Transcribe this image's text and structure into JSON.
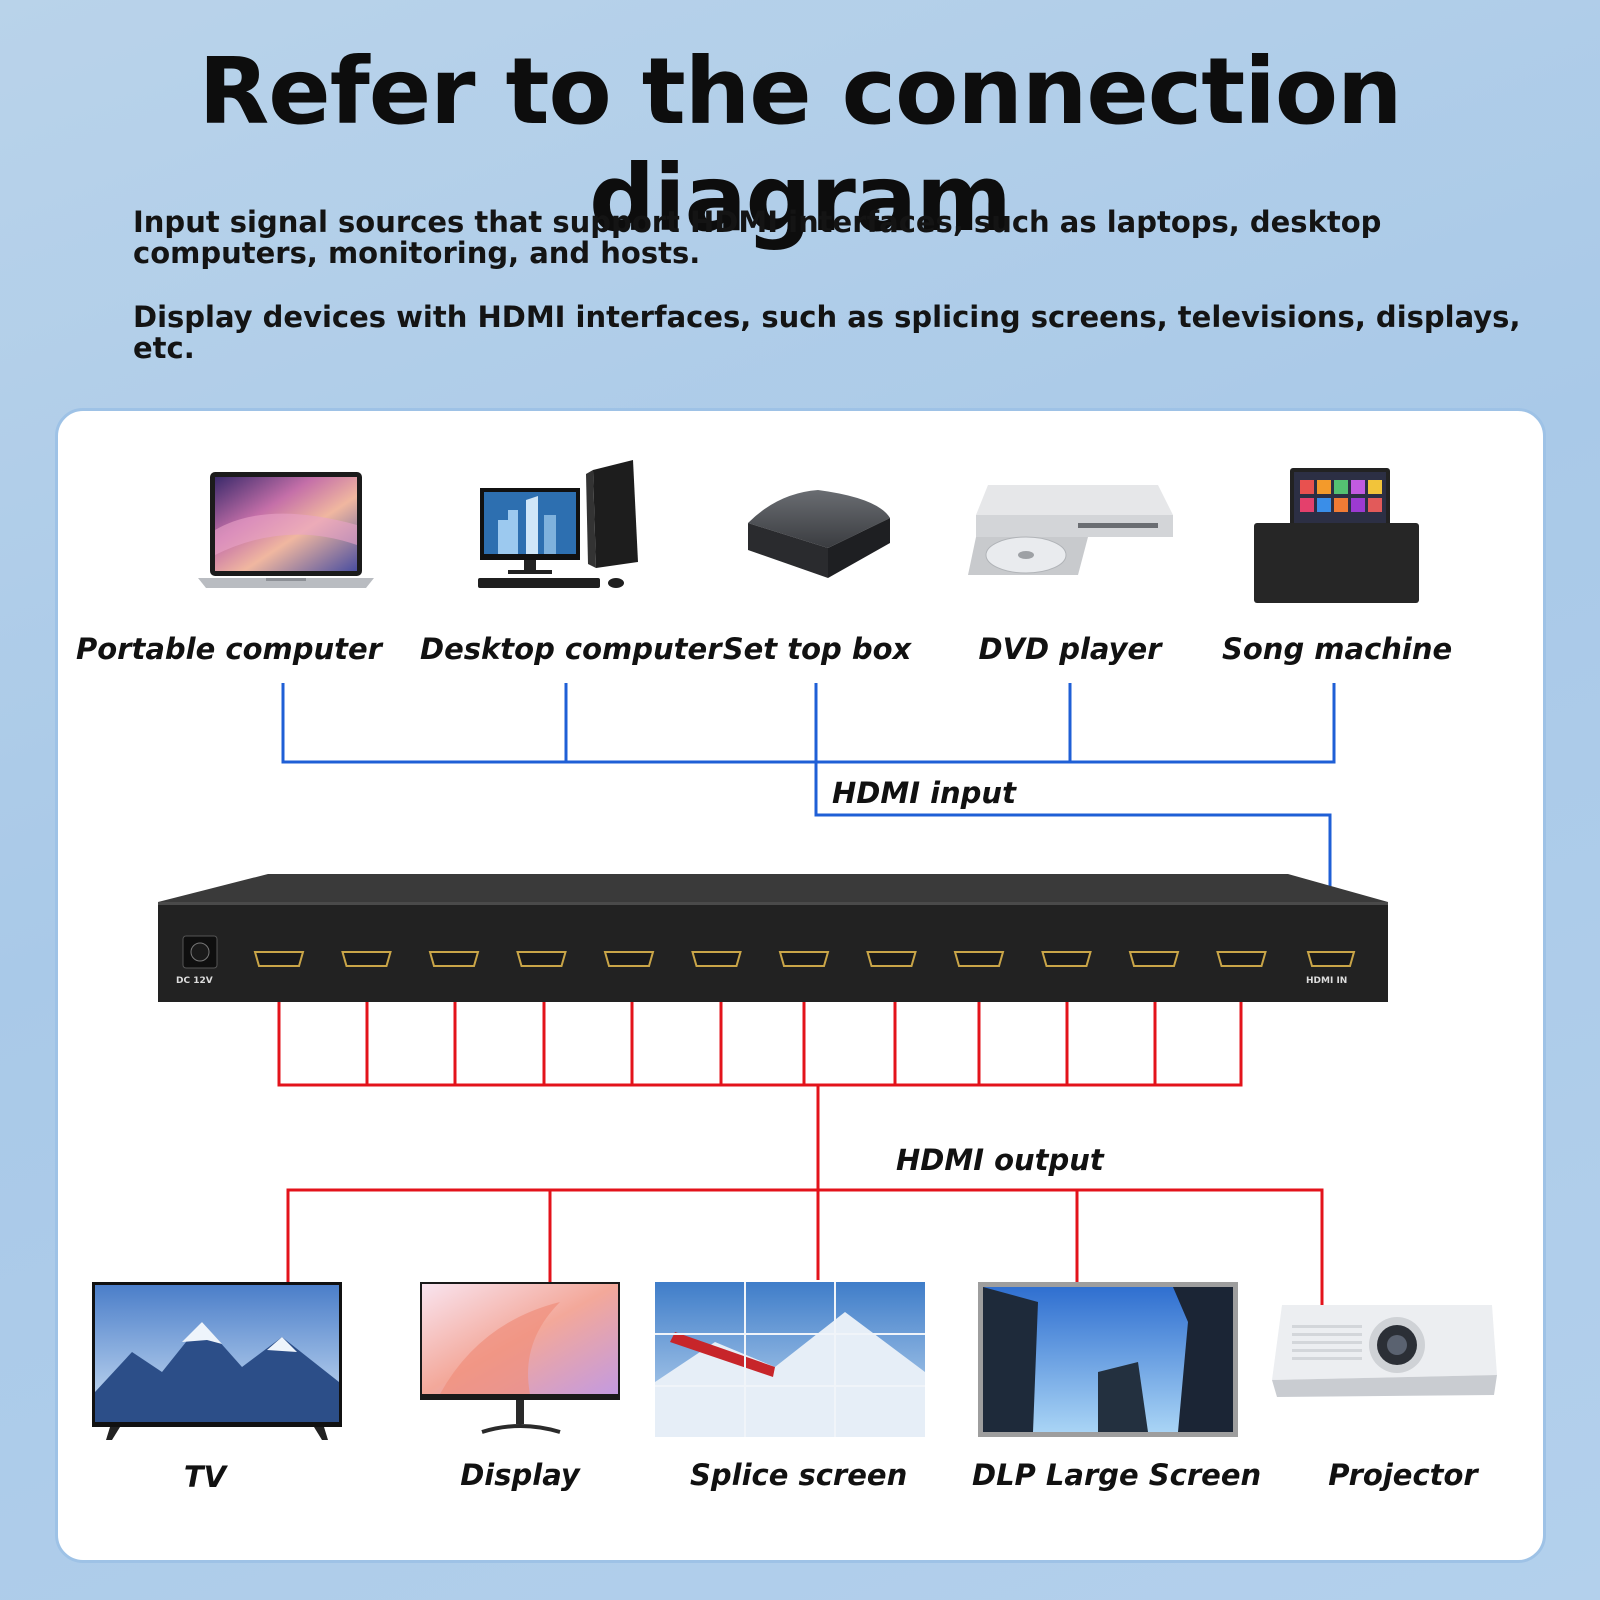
{
  "title": "Refer to the connection diagram",
  "descriptions": {
    "input": "Input signal sources that support HDMI interfaces, such as laptops, desktop computers, monitoring, and hosts.",
    "output": "Display devices with HDMI interfaces, such as splicing screens, televisions, displays, etc."
  },
  "input_devices": [
    {
      "label": "Portable computer",
      "icon": "laptop-icon"
    },
    {
      "label": "Desktop computer",
      "icon": "desktop-computer-icon"
    },
    {
      "label": "Set top box",
      "icon": "set-top-box-icon"
    },
    {
      "label": "DVD player",
      "icon": "dvd-player-icon"
    },
    {
      "label": "Song machine",
      "icon": "song-machine-icon"
    }
  ],
  "input_connection_label": "HDMI input",
  "output_connection_label": "HDMI output",
  "splitter": {
    "power_label": "DC 12V",
    "input_port_label": "HDMI IN",
    "output_port_count": 12
  },
  "output_devices": [
    {
      "label": "TV",
      "icon": "tv-icon"
    },
    {
      "label": "Display",
      "icon": "monitor-icon"
    },
    {
      "label": "Splice screen",
      "icon": "splice-screen-icon"
    },
    {
      "label": "DLP Large Screen",
      "icon": "dlp-screen-icon"
    },
    {
      "label": "Projector",
      "icon": "projector-icon"
    }
  ],
  "colors": {
    "input_line": "#1f5fd6",
    "output_line": "#e3131b",
    "device_body": "#262626"
  }
}
